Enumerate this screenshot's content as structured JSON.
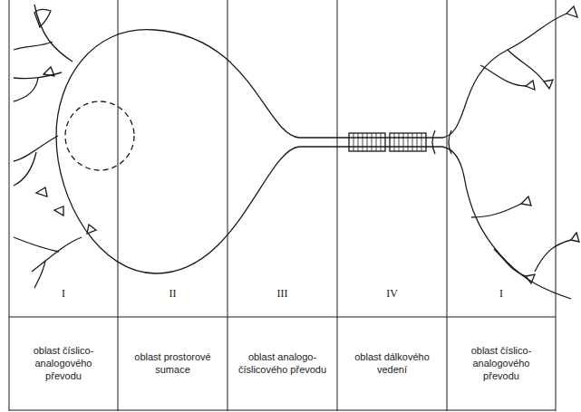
{
  "diagram": {
    "labels": [
      "I",
      "II",
      "III",
      "IV",
      "I",
      "oblast číslico- analogového převodu",
      "oblast prostorové sumace",
      "oblast analogo- číslicového převodu",
      "oblast dálkového vedení",
      "oblast číslico- analogového převodu"
    ]
  }
}
